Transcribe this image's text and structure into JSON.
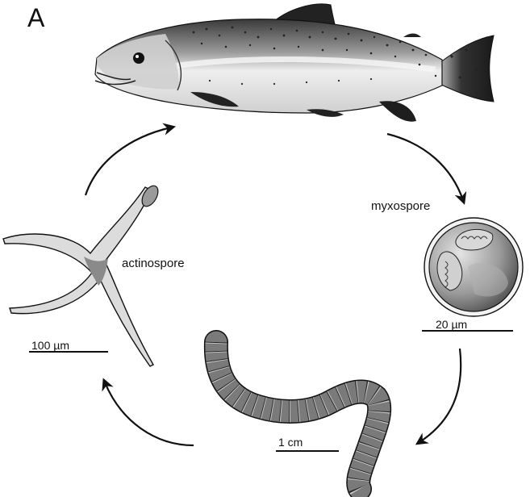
{
  "figure": {
    "panel_letter": "A",
    "labels": {
      "myxospore": "myxospore",
      "actinospore": "actinospore"
    },
    "scale_bars": {
      "myxospore": "20 µm",
      "actinospore": "100 µm",
      "worm": "1 cm"
    },
    "colors": {
      "ink": "#111111",
      "fish_dark": "#2a2a2a",
      "fish_light": "#e6e6e6",
      "spore_gray": "#8a8a8a",
      "worm_gray": "#7a7a7a",
      "actino_fill": "#dcdcdc"
    }
  }
}
